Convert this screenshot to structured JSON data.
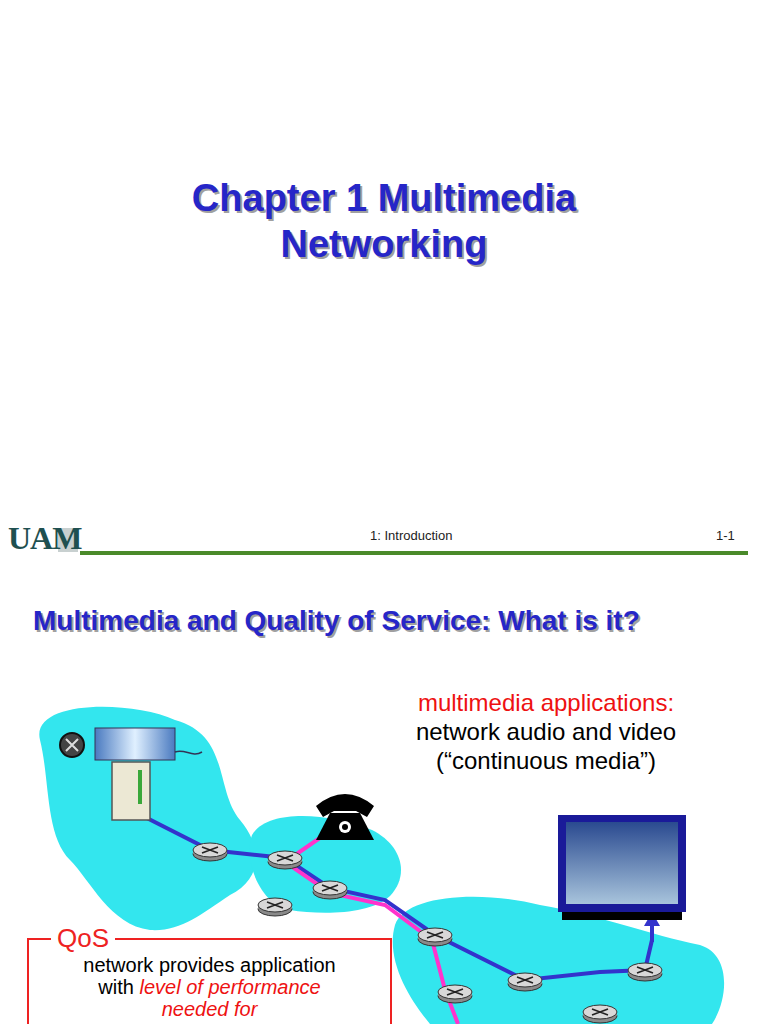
{
  "diagram": {
    "title": "Chapter 1 Multimedia Networking",
    "nodes": [
      {
        "text": [
          "QoS",
          "network provides application with",
          "level of performance needed for"
        ]
      }
    ],
    "labels": [
      "UAM",
      "1: Introduction",
      "1-1",
      "Multimedia and Quality of Service: What is it?",
      "multimedia applications:",
      "network audio and video (“continuous media”)"
    ]
  }
}
